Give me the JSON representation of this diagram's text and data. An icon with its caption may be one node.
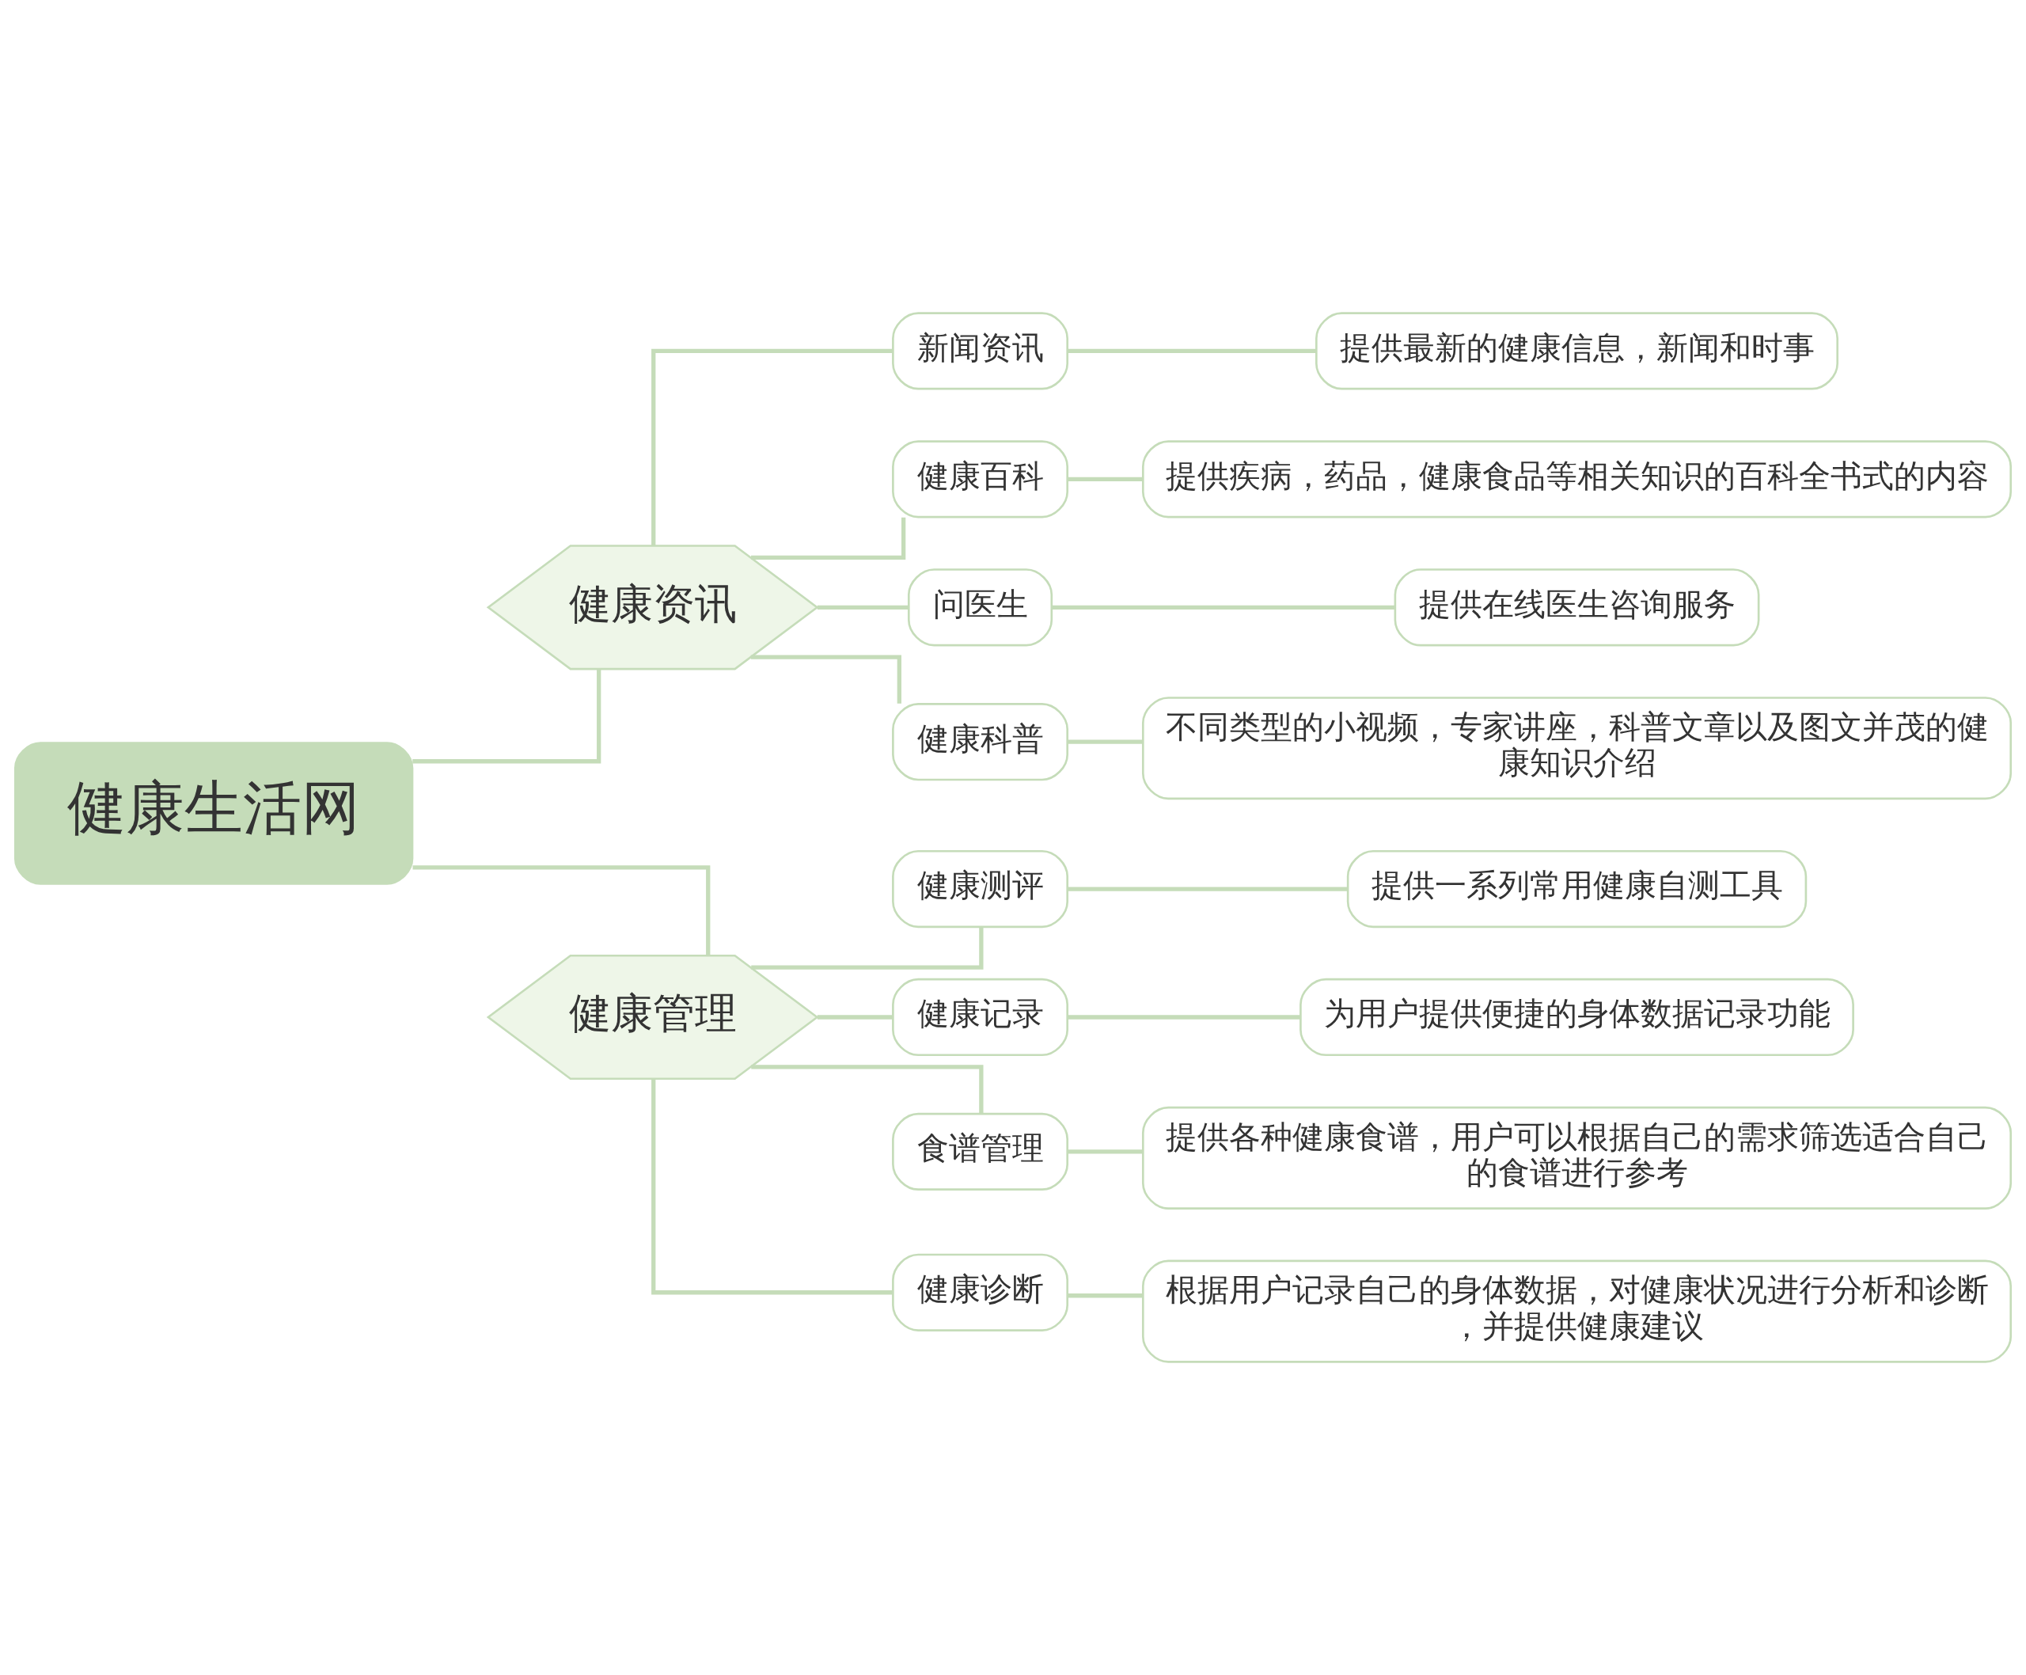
{
  "diagram": {
    "nodes": [
      {
        "text": [
          "健康生活网"
        ]
      },
      {
        "text": [
          "健康资讯"
        ]
      },
      {
        "text": [
          "新闻资讯"
        ]
      },
      {
        "text": [
          "提供最新的健康信息，新闻和时事"
        ]
      },
      {
        "text": [
          "健康百科"
        ]
      },
      {
        "text": [
          "提供疾病，药品，健康食品等相关知识的百科全书式的内容"
        ]
      },
      {
        "text": [
          "问医生"
        ]
      },
      {
        "text": [
          "提供在线医生咨询服务"
        ]
      },
      {
        "text": [
          "健康科普"
        ]
      },
      {
        "text": [
          "不同类型的小视频，专家讲座，科普文章以及图文并茂的健康知识介绍"
        ]
      },
      {
        "text": [
          "健康管理"
        ]
      },
      {
        "text": [
          "健康测评"
        ]
      },
      {
        "text": [
          "提供一系列常用健康自测工具"
        ]
      },
      {
        "text": [
          "健康记录"
        ]
      },
      {
        "text": [
          "为用户提供便捷的身体数据记录功能"
        ]
      },
      {
        "text": [
          "食谱管理"
        ]
      },
      {
        "text": [
          "提供各种健康食谱，用户可以根据自己的需求筛选适合自己的食谱进行参考"
        ]
      },
      {
        "text": [
          "健康诊断"
        ]
      },
      {
        "text": [
          "根据用户记录自己的身体数据，对健康状况进行分析和诊断，并提供健康建议"
        ]
      }
    ],
    "edges": [
      {
        "from": 0,
        "to": 1,
        "arrow": "none"
      },
      {
        "from": 1,
        "to": 2,
        "arrow": "none"
      },
      {
        "from": 2,
        "to": 3,
        "arrow": "none"
      },
      {
        "from": 1,
        "to": 4,
        "arrow": "none"
      },
      {
        "from": 4,
        "to": 5,
        "arrow": "none"
      },
      {
        "from": 1,
        "to": 6,
        "arrow": "none"
      },
      {
        "from": 6,
        "to": 7,
        "arrow": "none"
      },
      {
        "from": 1,
        "to": 8,
        "arrow": "none"
      },
      {
        "from": 8,
        "to": 9,
        "arrow": "none"
      },
      {
        "from": 0,
        "to": 10,
        "arrow": "none"
      },
      {
        "from": 10,
        "to": 11,
        "arrow": "none"
      },
      {
        "from": 11,
        "to": 12,
        "arrow": "none"
      },
      {
        "from": 10,
        "to": 13,
        "arrow": "none"
      },
      {
        "from": 13,
        "to": 14,
        "arrow": "none"
      },
      {
        "from": 10,
        "to": 15,
        "arrow": "none"
      },
      {
        "from": 15,
        "to": 16,
        "arrow": "none"
      },
      {
        "from": 10,
        "to": 17,
        "arrow": "none"
      },
      {
        "from": 17,
        "to": 18,
        "arrow": "none"
      }
    ]
  }
}
